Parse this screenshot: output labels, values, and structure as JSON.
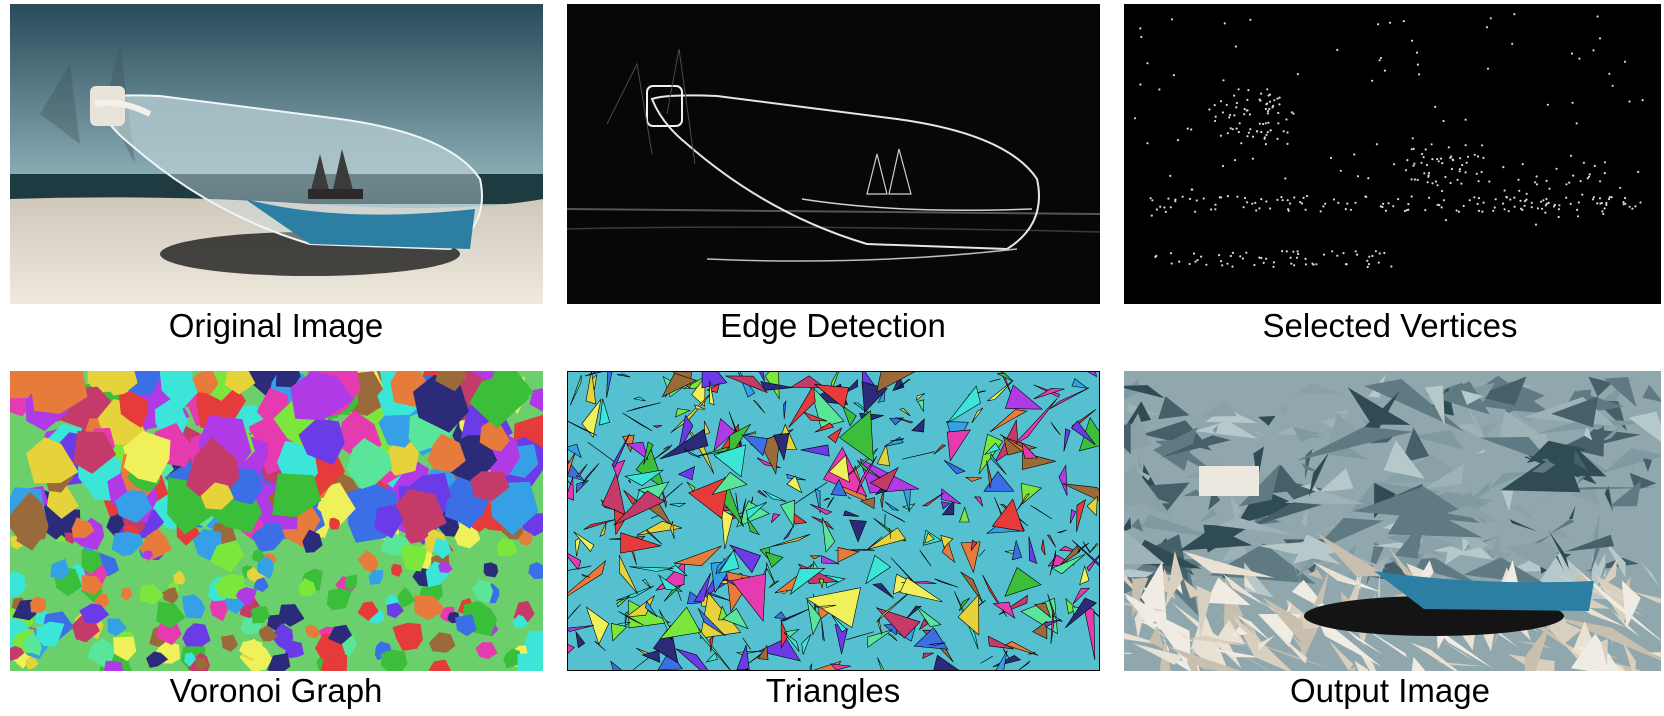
{
  "panels": [
    {
      "caption": "Original Image"
    },
    {
      "caption": "Edge Detection"
    },
    {
      "caption": "Selected Vertices"
    },
    {
      "caption": "Voronoi Graph"
    },
    {
      "caption": "Triangles"
    },
    {
      "caption": "Output Image"
    }
  ],
  "colors": {
    "sky_top": "#2f5566",
    "sky_bottom": "#a9c4c9",
    "sea": "#1f3a40",
    "sand": "#e8e1d4",
    "water_in_bottle": "#2c7fa3"
  }
}
